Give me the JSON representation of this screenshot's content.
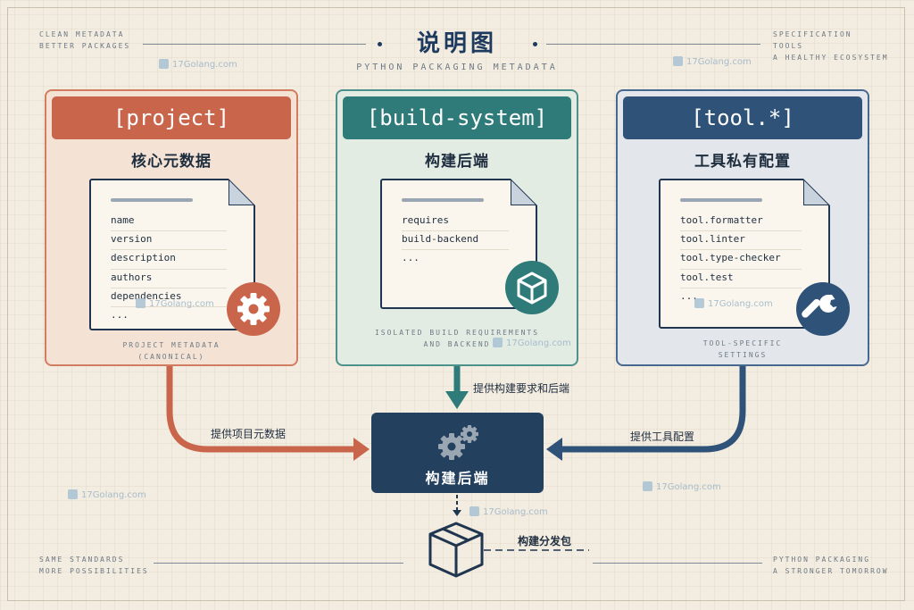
{
  "header": {
    "title": "说明图",
    "subtitle": "PYTHON PACKAGING METADATA",
    "top_left": [
      "CLEAN METADATA",
      "BETTER PACKAGES"
    ],
    "top_right": [
      "SPECIFICATION",
      "TOOLS",
      "A HEALTHY ECOSYSTEM"
    ]
  },
  "footer": {
    "bottom_left": [
      "SAME STANDARDS",
      "MORE POSSIBILITIES"
    ],
    "bottom_right": [
      "PYTHON PACKAGING",
      "A STRONGER TOMORROW"
    ]
  },
  "panels": [
    {
      "header": "[project]",
      "title": "核心元数据",
      "items": [
        "name",
        "version",
        "description",
        "authors",
        "dependencies",
        "..."
      ],
      "caption": [
        "PROJECT METADATA",
        "(CANONICAL)"
      ],
      "icon": "gear-icon",
      "color": "#c9654b"
    },
    {
      "header": "[build-system]",
      "title": "构建后端",
      "items": [
        "requires",
        "build-backend",
        "..."
      ],
      "caption": [
        "ISOLATED BUILD REQUIREMENTS",
        "AND BACKEND"
      ],
      "icon": "cube-icon",
      "color": "#2e7b7a"
    },
    {
      "header": "[tool.*]",
      "title": "工具私有配置",
      "items": [
        "tool.formatter",
        "tool.linter",
        "tool.type-checker",
        "tool.test",
        "..."
      ],
      "caption": [
        "TOOL-SPECIFIC",
        "SETTINGS"
      ],
      "icon": "wrench-icon",
      "color": "#2f5279"
    }
  ],
  "flow": {
    "left_label": "提供项目元数据",
    "middle_label": "提供构建要求和后端",
    "right_label": "提供工具配置",
    "backend_label": "构建后端",
    "package_label": "构建分发包"
  },
  "watermark": "17Golang.com"
}
